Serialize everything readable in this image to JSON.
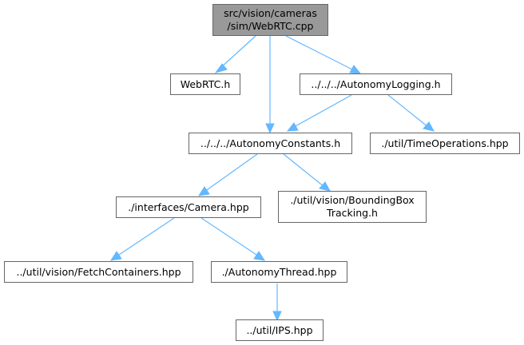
{
  "nodes": {
    "webrtc_cpp": {
      "label_line1": "src/vision/cameras",
      "label_line2": "/sim/WebRTC.cpp"
    },
    "webrtc_h": {
      "label": "WebRTC.h"
    },
    "autonomy_logging": {
      "label": "../../../AutonomyLogging.h"
    },
    "autonomy_constants": {
      "label": "../../../AutonomyConstants.h"
    },
    "time_operations": {
      "label": "./util/TimeOperations.hpp"
    },
    "camera": {
      "label": "./interfaces/Camera.hpp"
    },
    "bounding_box": {
      "label_line1": "./util/vision/BoundingBox",
      "label_line2": "Tracking.h"
    },
    "fetch_containers": {
      "label": "../util/vision/FetchContainers.hpp"
    },
    "autonomy_thread": {
      "label": "./AutonomyThread.hpp"
    },
    "ips": {
      "label": "../util/IPS.hpp"
    }
  },
  "colors": {
    "edge": "#63b8ff",
    "root_fill": "#999999",
    "node_border": "#666666"
  }
}
